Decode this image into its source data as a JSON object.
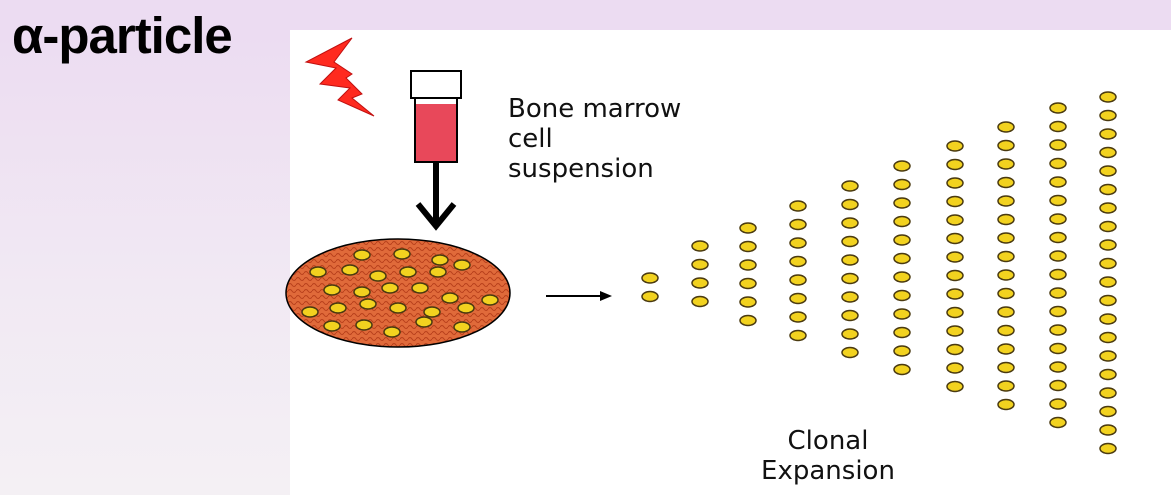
{
  "title": "α-particle",
  "labels": {
    "suspension_line1": "Bone marrow",
    "suspension_line2": "cell",
    "suspension_line3": "suspension",
    "expansion_line1": "Clonal",
    "expansion_line2": "Expansion"
  },
  "colors": {
    "lightning": "#ff2a1f",
    "tube_fill": "#e8485a",
    "dish_fill": "#e06a3a",
    "cell_fill": "#f2d21f",
    "cell_stroke": "#4a3a10",
    "panel": "#ecdcf2"
  },
  "icons": [
    "lightning-bolt-icon",
    "test-tube-icon",
    "down-arrow-icon",
    "culture-dish-icon",
    "right-arrow-icon"
  ]
}
